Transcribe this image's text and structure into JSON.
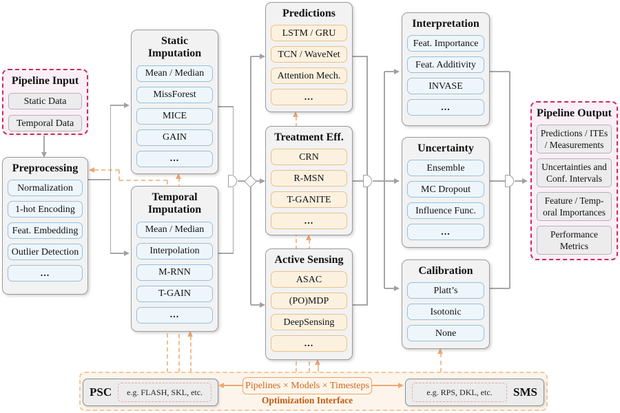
{
  "figure": {
    "groups": {
      "pipeline_input": {
        "title": "Pipeline Input",
        "items": [
          "Static Data",
          "Temporal Data"
        ]
      },
      "preprocessing": {
        "title": "Preprocessing",
        "items": [
          "Normalization",
          "1-hot Encoding",
          "Feat. Embedding",
          "Outlier Detection",
          "..."
        ]
      },
      "static_imputation": {
        "title": "Static Imputation",
        "items": [
          "Mean / Median",
          "MissForest",
          "MICE",
          "GAIN",
          "..."
        ]
      },
      "temporal_imputation": {
        "title": "Temporal Imputation",
        "items": [
          "Mean / Median",
          "Interpolation",
          "M-RNN",
          "T-GAIN",
          "..."
        ]
      },
      "predictions": {
        "title": "Predictions",
        "items": [
          "LSTM / GRU",
          "TCN / WaveNet",
          "Attention Mech.",
          "..."
        ]
      },
      "treatment_effects": {
        "title": "Treatment Eff.",
        "items": [
          "CRN",
          "R-MSN",
          "T-GANITE",
          "..."
        ]
      },
      "active_sensing": {
        "title": "Active Sensing",
        "items": [
          "ASAC",
          "(PO)MDP",
          "DeepSensing",
          "..."
        ]
      },
      "interpretation": {
        "title": "Interpretation",
        "items": [
          "Feat. Importance",
          "Feat. Additivity",
          "INVASE",
          "..."
        ]
      },
      "uncertainty": {
        "title": "Uncertainty",
        "items": [
          "Ensemble",
          "MC Dropout",
          "Influence Func.",
          "..."
        ]
      },
      "calibration": {
        "title": "Calibration",
        "items": [
          "Platt’s",
          "Isotonic",
          "None"
        ]
      },
      "pipeline_output": {
        "title": "Pipeline Output",
        "items": [
          {
            "l1": "Predictions / ITEs",
            "l2": "/ Measurements"
          },
          {
            "l1": "Uncertainties and",
            "l2": "Conf. Intervals"
          },
          {
            "l1": "Feature / Temp-",
            "l2": "oral Importances"
          },
          {
            "l1": "Performance",
            "l2": "Metrics"
          }
        ]
      }
    },
    "optimization": {
      "psc_label": "PSC",
      "psc_examples": "e.g. FLASH, SKL, etc.",
      "search_space": "Pipelines × Models × Timesteps",
      "interface_label": "Optimization Interface",
      "sms_examples": "e.g. RPS, DKL, etc.",
      "sms_label": "SMS"
    },
    "colors": {
      "container_fill": "#f2f2f2",
      "container_border": "#9a9a9a",
      "blue_item_fill": "#eef6fc",
      "blue_item_border": "#97bfda",
      "orange_item_fill": "#fcf1df",
      "orange_item_border": "#e9c188",
      "gray_item_fill": "#ececec",
      "pink_fill": "#faeff7",
      "pink_border": "#cc2a5c",
      "optimization_fill": "#fdf5eb",
      "optimization_border": "#f3c79c",
      "orange_text": "#cd6a1f",
      "connector_gray": "#a6a6a6",
      "connector_orange": "#f0bd92"
    }
  }
}
